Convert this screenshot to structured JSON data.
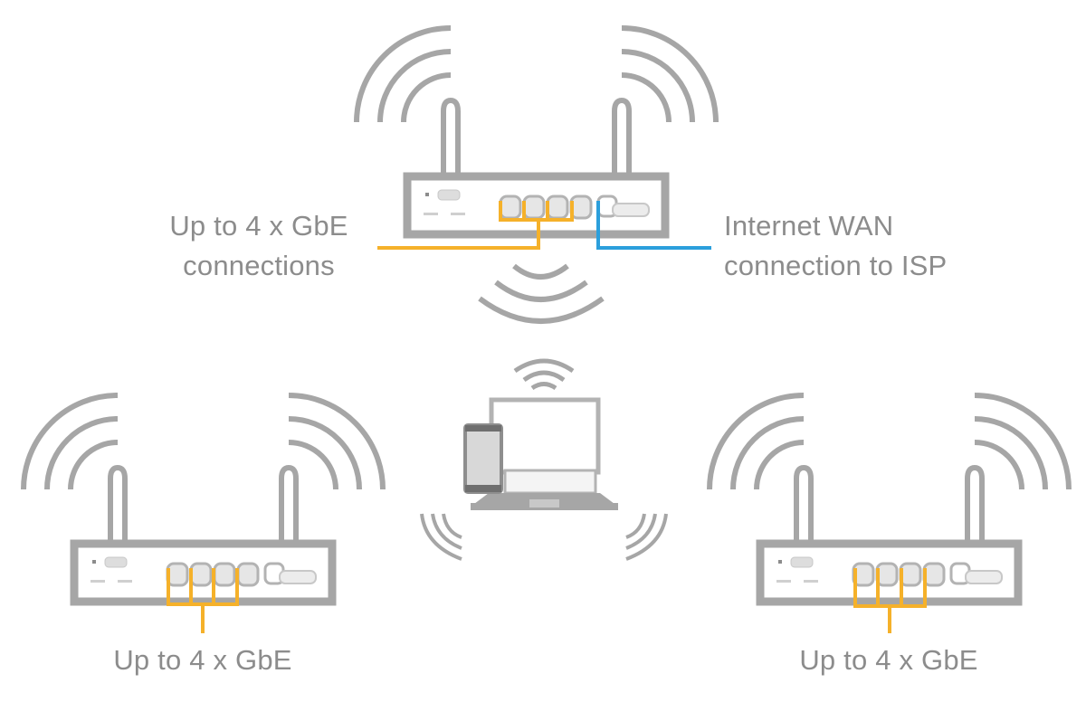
{
  "diagram": {
    "title": "Mesh Wi-Fi network with main router and satellite routers",
    "colors": {
      "device_stroke": "#a6a6a6",
      "lan_link": "#f5b12a",
      "wan_link": "#2b9fdc",
      "label_text": "#8c8c8c"
    },
    "main_router": {
      "name": "Main router",
      "icon": "router-icon",
      "lan_label_line1": "Up to 4 x GbE",
      "lan_label_line2": "connections",
      "wan_label_line1": "Internet WAN",
      "wan_label_line2": "connection to ISP",
      "lan_ports": 4,
      "wan_ports": 1
    },
    "client_devices": {
      "name": "Client devices",
      "icons": [
        "laptop-icon",
        "smartphone-icon",
        "wifi-signal-icon"
      ]
    },
    "satellite_left": {
      "name": "Satellite router left",
      "icon": "router-icon",
      "lan_label": "Up to 4 x GbE",
      "lan_ports": 4
    },
    "satellite_right": {
      "name": "Satellite router right",
      "icon": "router-icon",
      "lan_label": "Up to 4 x GbE",
      "lan_ports": 4
    }
  }
}
